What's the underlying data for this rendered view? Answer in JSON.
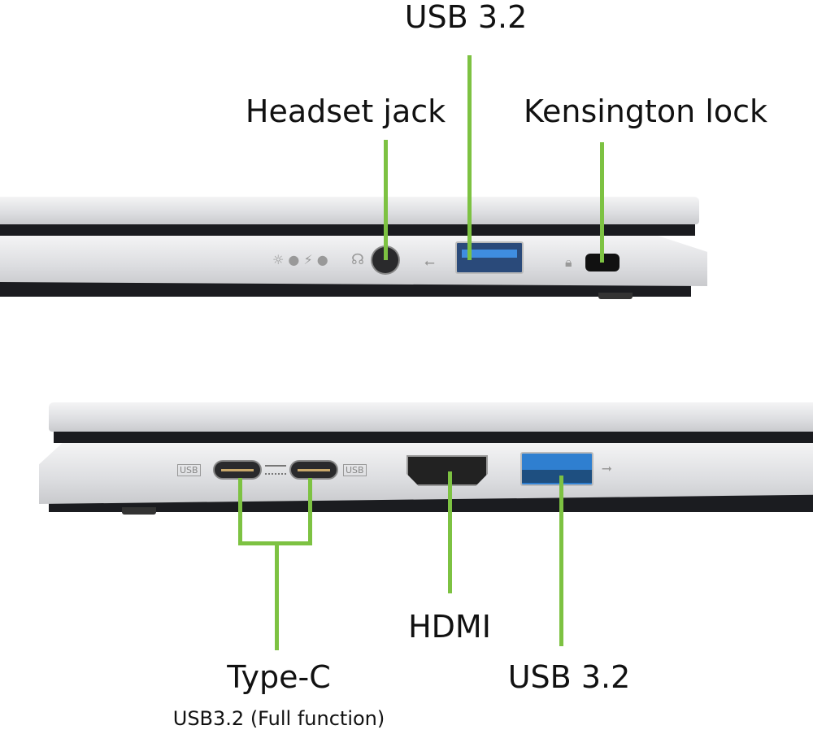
{
  "labels": {
    "top_usb": "USB 3.2",
    "headset": "Headset jack",
    "kensington": "Kensington lock",
    "typec": "Type-C",
    "typec_sub": "USB3.2 (Full function)",
    "hdmi": "HDMI",
    "bottom_usb": "USB 3.2"
  },
  "port_icons": {
    "usb_c_left": "USB",
    "usb_c_right": "USB"
  },
  "colors": {
    "callout": "#7dc242",
    "usb_blue": "#2f7fd0"
  }
}
